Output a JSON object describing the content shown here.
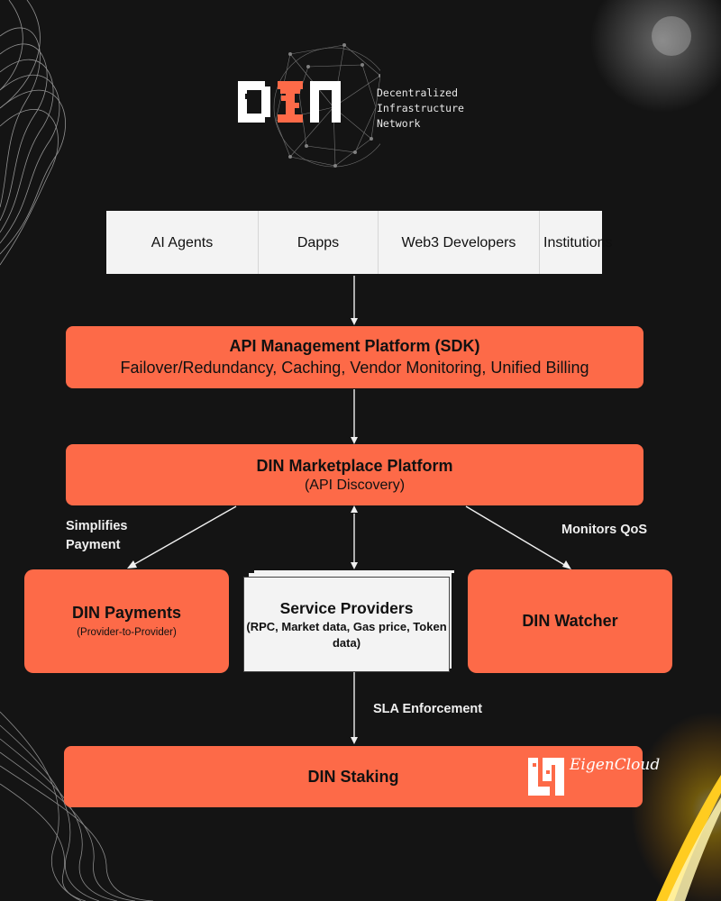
{
  "header": {
    "logo_text": "DIN",
    "tagline": [
      "Decentralized",
      "Infrastructure",
      "Network"
    ]
  },
  "audience": {
    "items": [
      "AI Agents",
      "Dapps",
      "Web3 Developers",
      "Institutions"
    ]
  },
  "api_platform": {
    "title": "API Management Platform (SDK)",
    "subtitle": "Failover/Redundancy, Caching, Vendor Monitoring, Unified Billing"
  },
  "marketplace": {
    "title": "DIN Marketplace Platform",
    "subtitle": "(API Discovery)"
  },
  "payments": {
    "title": "DIN Payments",
    "subtitle": "(Provider-to-Provider)"
  },
  "service_providers": {
    "title": "Service Providers",
    "subtitle": "(RPC, Market data, Gas price, Token data)"
  },
  "watcher": {
    "title": "DIN Watcher"
  },
  "staking": {
    "title": "DIN Staking",
    "logo_text": "EigenCloud"
  },
  "edge_labels": {
    "simplifies_payment": "Simplifies Payment",
    "monitors_qos": "Monitors QoS",
    "sla_enforcement": "SLA Enforcement"
  },
  "colors": {
    "background": "#141414",
    "box_orange": "#fd6a48",
    "box_light": "#f3f3f3",
    "text_light": "#f0f0f0",
    "glow": "#ffb000"
  }
}
